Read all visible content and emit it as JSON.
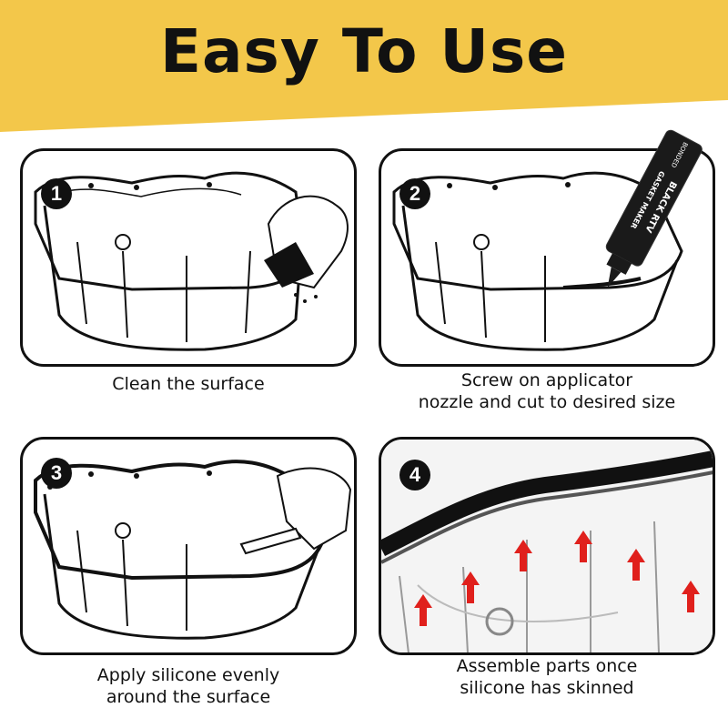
{
  "header": {
    "title": "Easy To Use",
    "background_color": "#F3C74A"
  },
  "steps": [
    {
      "number": "1",
      "caption_lines": [
        "Clean the surface"
      ]
    },
    {
      "number": "2",
      "caption_lines": [
        "Screw on applicator",
        "nozzle and cut to desired size"
      ]
    },
    {
      "number": "3",
      "caption_lines": [
        "Apply silicone evenly",
        "around the surface"
      ]
    },
    {
      "number": "4",
      "caption_lines": [
        "Assemble parts once",
        "silicone has skinned"
      ]
    }
  ],
  "product_tube": {
    "brand": "BONDED",
    "line1": "GASKET MAKER",
    "line2": "BLACK RTV"
  },
  "colors": {
    "accent_yellow": "#F3C74A",
    "arrow_red": "#E0201C",
    "ink": "#111111"
  }
}
